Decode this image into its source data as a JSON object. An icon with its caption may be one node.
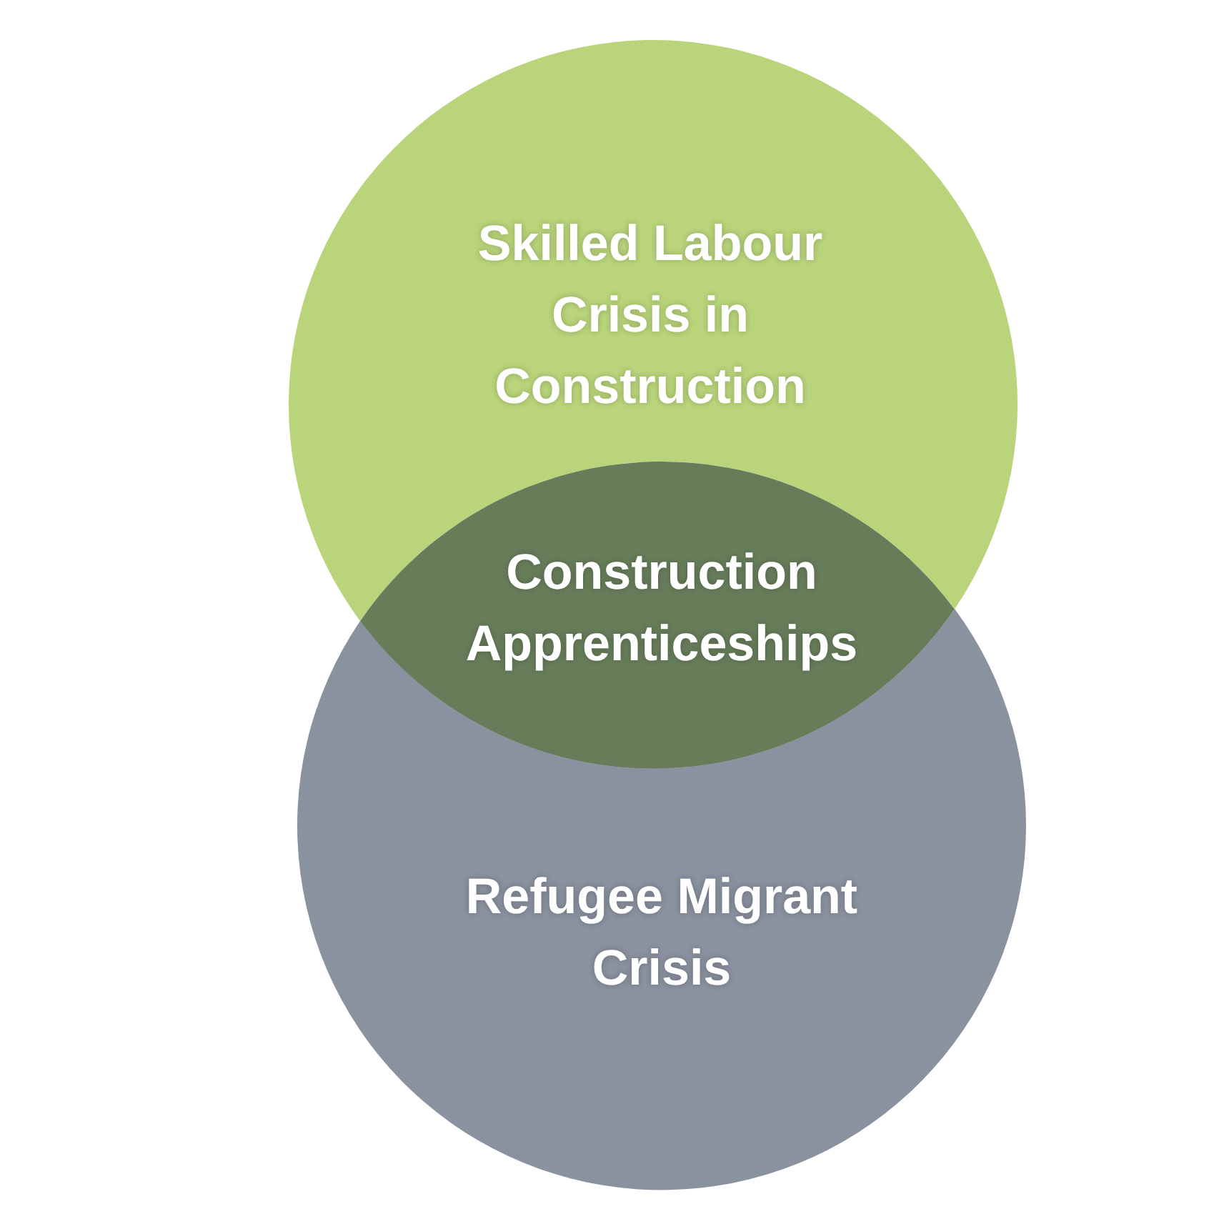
{
  "diagram": {
    "nodes": [
      {
        "text": [
          "Skilled Labour Crisis in Construction"
        ]
      },
      {
        "text": [
          "Construction Apprenticeships"
        ]
      },
      {
        "text": [
          "Refugee Migrant Crisis"
        ]
      }
    ]
  }
}
